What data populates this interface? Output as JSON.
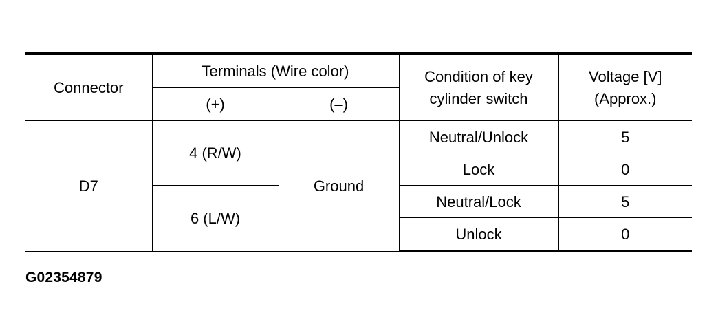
{
  "table": {
    "headers": {
      "connector": "Connector",
      "terminals": "Terminals (Wire color)",
      "plus": "(+)",
      "minus": "(–)",
      "condition": "Condition of key cylinder switch",
      "voltage": "Voltage [V] (Approx.)"
    },
    "connector": "D7",
    "minus_terminal": "Ground",
    "plus_terminals": [
      "4 (R/W)",
      "6 (L/W)"
    ],
    "rows": [
      {
        "condition": "Neutral/Unlock",
        "voltage": "5"
      },
      {
        "condition": "Lock",
        "voltage": "0"
      },
      {
        "condition": "Neutral/Lock",
        "voltage": "5"
      },
      {
        "condition": "Unlock",
        "voltage": "0"
      }
    ]
  },
  "figure_code": "G02354879"
}
